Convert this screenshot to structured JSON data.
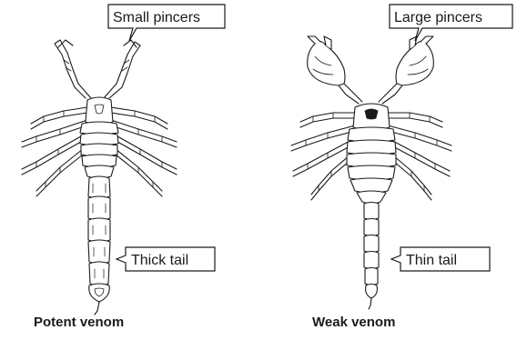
{
  "left_scorpion": {
    "pincer_label": "Small pincers",
    "tail_label": "Thick tail",
    "caption": "Potent venom"
  },
  "right_scorpion": {
    "pincer_label": "Large pincers",
    "tail_label": "Thin tail",
    "caption": "Weak venom"
  }
}
